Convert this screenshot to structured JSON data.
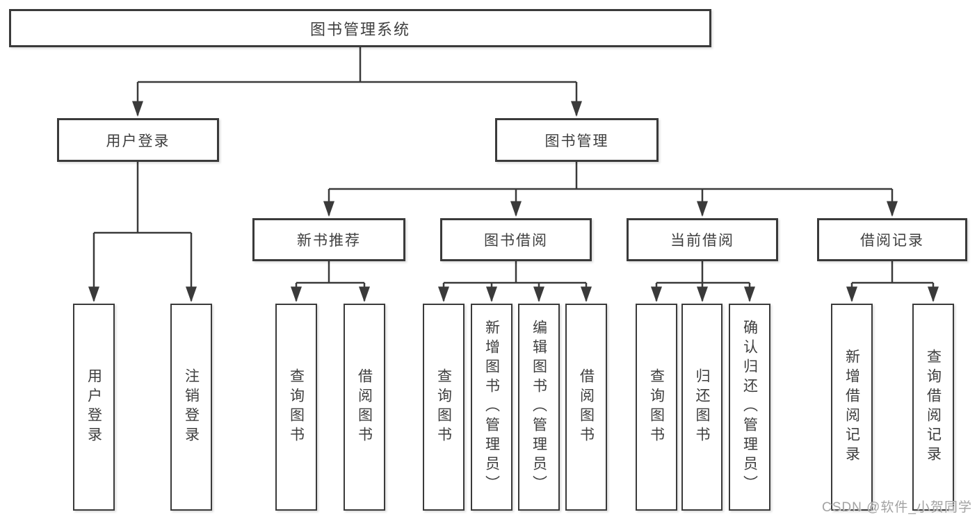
{
  "diagram": {
    "root": {
      "label": "图书管理系统"
    },
    "branches": [
      {
        "label": "用户登录",
        "children": [
          "用户登录",
          "注销登录"
        ]
      },
      {
        "label": "图书管理",
        "groups": [
          {
            "label": "新书推荐",
            "children": [
              "查询图书",
              "借阅图书"
            ]
          },
          {
            "label": "图书借阅",
            "children": [
              "查询图书",
              "新增图书（管理员）",
              "编辑图书（管理员）",
              "借阅图书"
            ]
          },
          {
            "label": "当前借阅",
            "children": [
              "查询图书",
              "归还图书",
              "确认归还（管理员）"
            ]
          },
          {
            "label": "借阅记录",
            "children": [
              "新增借阅记录",
              "查询借阅记录"
            ]
          }
        ]
      }
    ]
  },
  "watermark": {
    "text": "CSDN @软件_小贺同学"
  },
  "colors": {
    "line": "#3a3a3a",
    "box_border": "#3a3a3a",
    "text": "#3e3e3e",
    "watermark": "#a3a3a3",
    "background": "#ffffff"
  }
}
